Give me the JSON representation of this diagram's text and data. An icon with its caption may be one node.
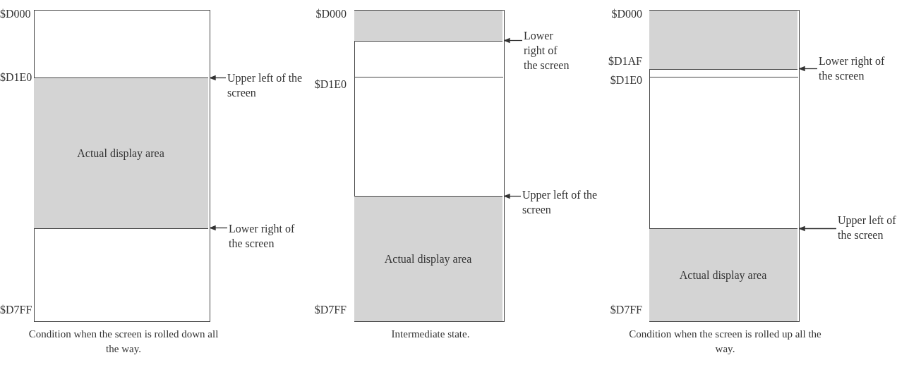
{
  "diagram": {
    "nodes": [
      {
        "text": [],
        "shape": "box"
      },
      {
        "text": [
          "Actual display area"
        ],
        "in": 0
      },
      {
        "text": [
          "Upper left of the screen"
        ]
      },
      {
        "text": [
          "Lower right of the screen"
        ]
      },
      {
        "text": [],
        "shape": "box"
      },
      {
        "text": [],
        "shape": "box",
        "in": 4
      },
      {
        "text": [
          "Actual display area"
        ],
        "in": 4
      },
      {
        "text": [
          "Lower right of the screen"
        ]
      },
      {
        "text": [
          "Upper left of the screen"
        ]
      },
      {
        "text": [],
        "shape": "box"
      },
      {
        "text": [],
        "shape": "box",
        "in": 9
      },
      {
        "text": [
          "Actual display area"
        ],
        "in": 9
      },
      {
        "text": [
          "Lower right of the screen"
        ]
      },
      {
        "text": [
          "Upper left of the screen"
        ]
      }
    ],
    "edges": [
      {
        "from": 2,
        "to": 1,
        "arrow": "to"
      },
      {
        "from": 3,
        "to": 1,
        "arrow": "to"
      },
      {
        "from": 7,
        "to": 5,
        "arrow": "to"
      },
      {
        "from": 8,
        "to": 6,
        "arrow": "to"
      },
      {
        "from": 12,
        "to": 10,
        "arrow": "to"
      },
      {
        "from": 13,
        "to": 11,
        "arrow": "to"
      }
    ],
    "labels": [
      "$D000",
      "$D1E0",
      "$D7FF",
      "Condition when the screen is rolled down all the way.",
      "$D000",
      "$D1E0",
      "$D7FF",
      "Intermediate state.",
      "$D000",
      "$D1AF",
      "$D1E0",
      "$D7FF",
      "Condition when the screen is rolled up all the way."
    ]
  }
}
